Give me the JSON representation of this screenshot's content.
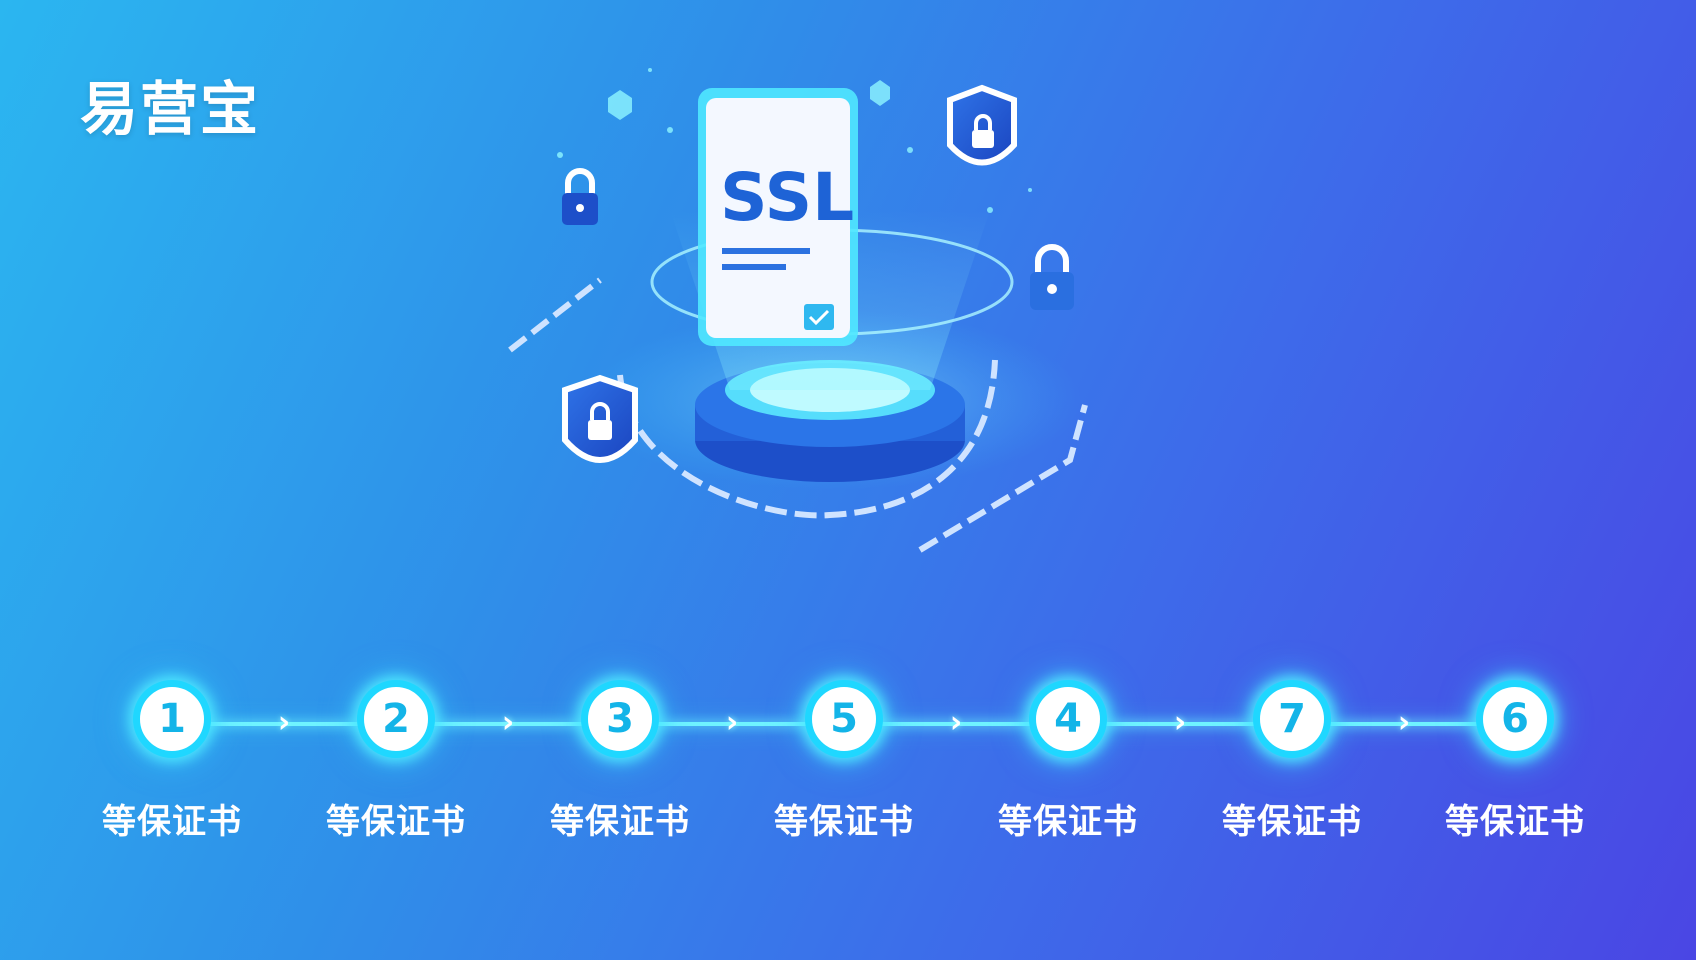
{
  "brand": {
    "name": "易营宝"
  },
  "hero": {
    "document_text": "SSL",
    "icons": [
      "ssl-certificate-icon",
      "shield-lock-icon",
      "padlock-icon",
      "chain-icon"
    ]
  },
  "timeline": {
    "steps": [
      {
        "number": "1",
        "label": "等保证书"
      },
      {
        "number": "2",
        "label": "等保证书"
      },
      {
        "number": "3",
        "label": "等保证书"
      },
      {
        "number": "5",
        "label": "等保证书"
      },
      {
        "number": "4",
        "label": "等保证书"
      },
      {
        "number": "7",
        "label": "等保证书"
      },
      {
        "number": "6",
        "label": "等保证书"
      }
    ],
    "arrow_glyph": "›"
  },
  "colors": {
    "background_start": "#2bb6f0",
    "background_end": "#4a46e4",
    "accent_cyan": "#1fd7ff",
    "text": "#ffffff"
  }
}
